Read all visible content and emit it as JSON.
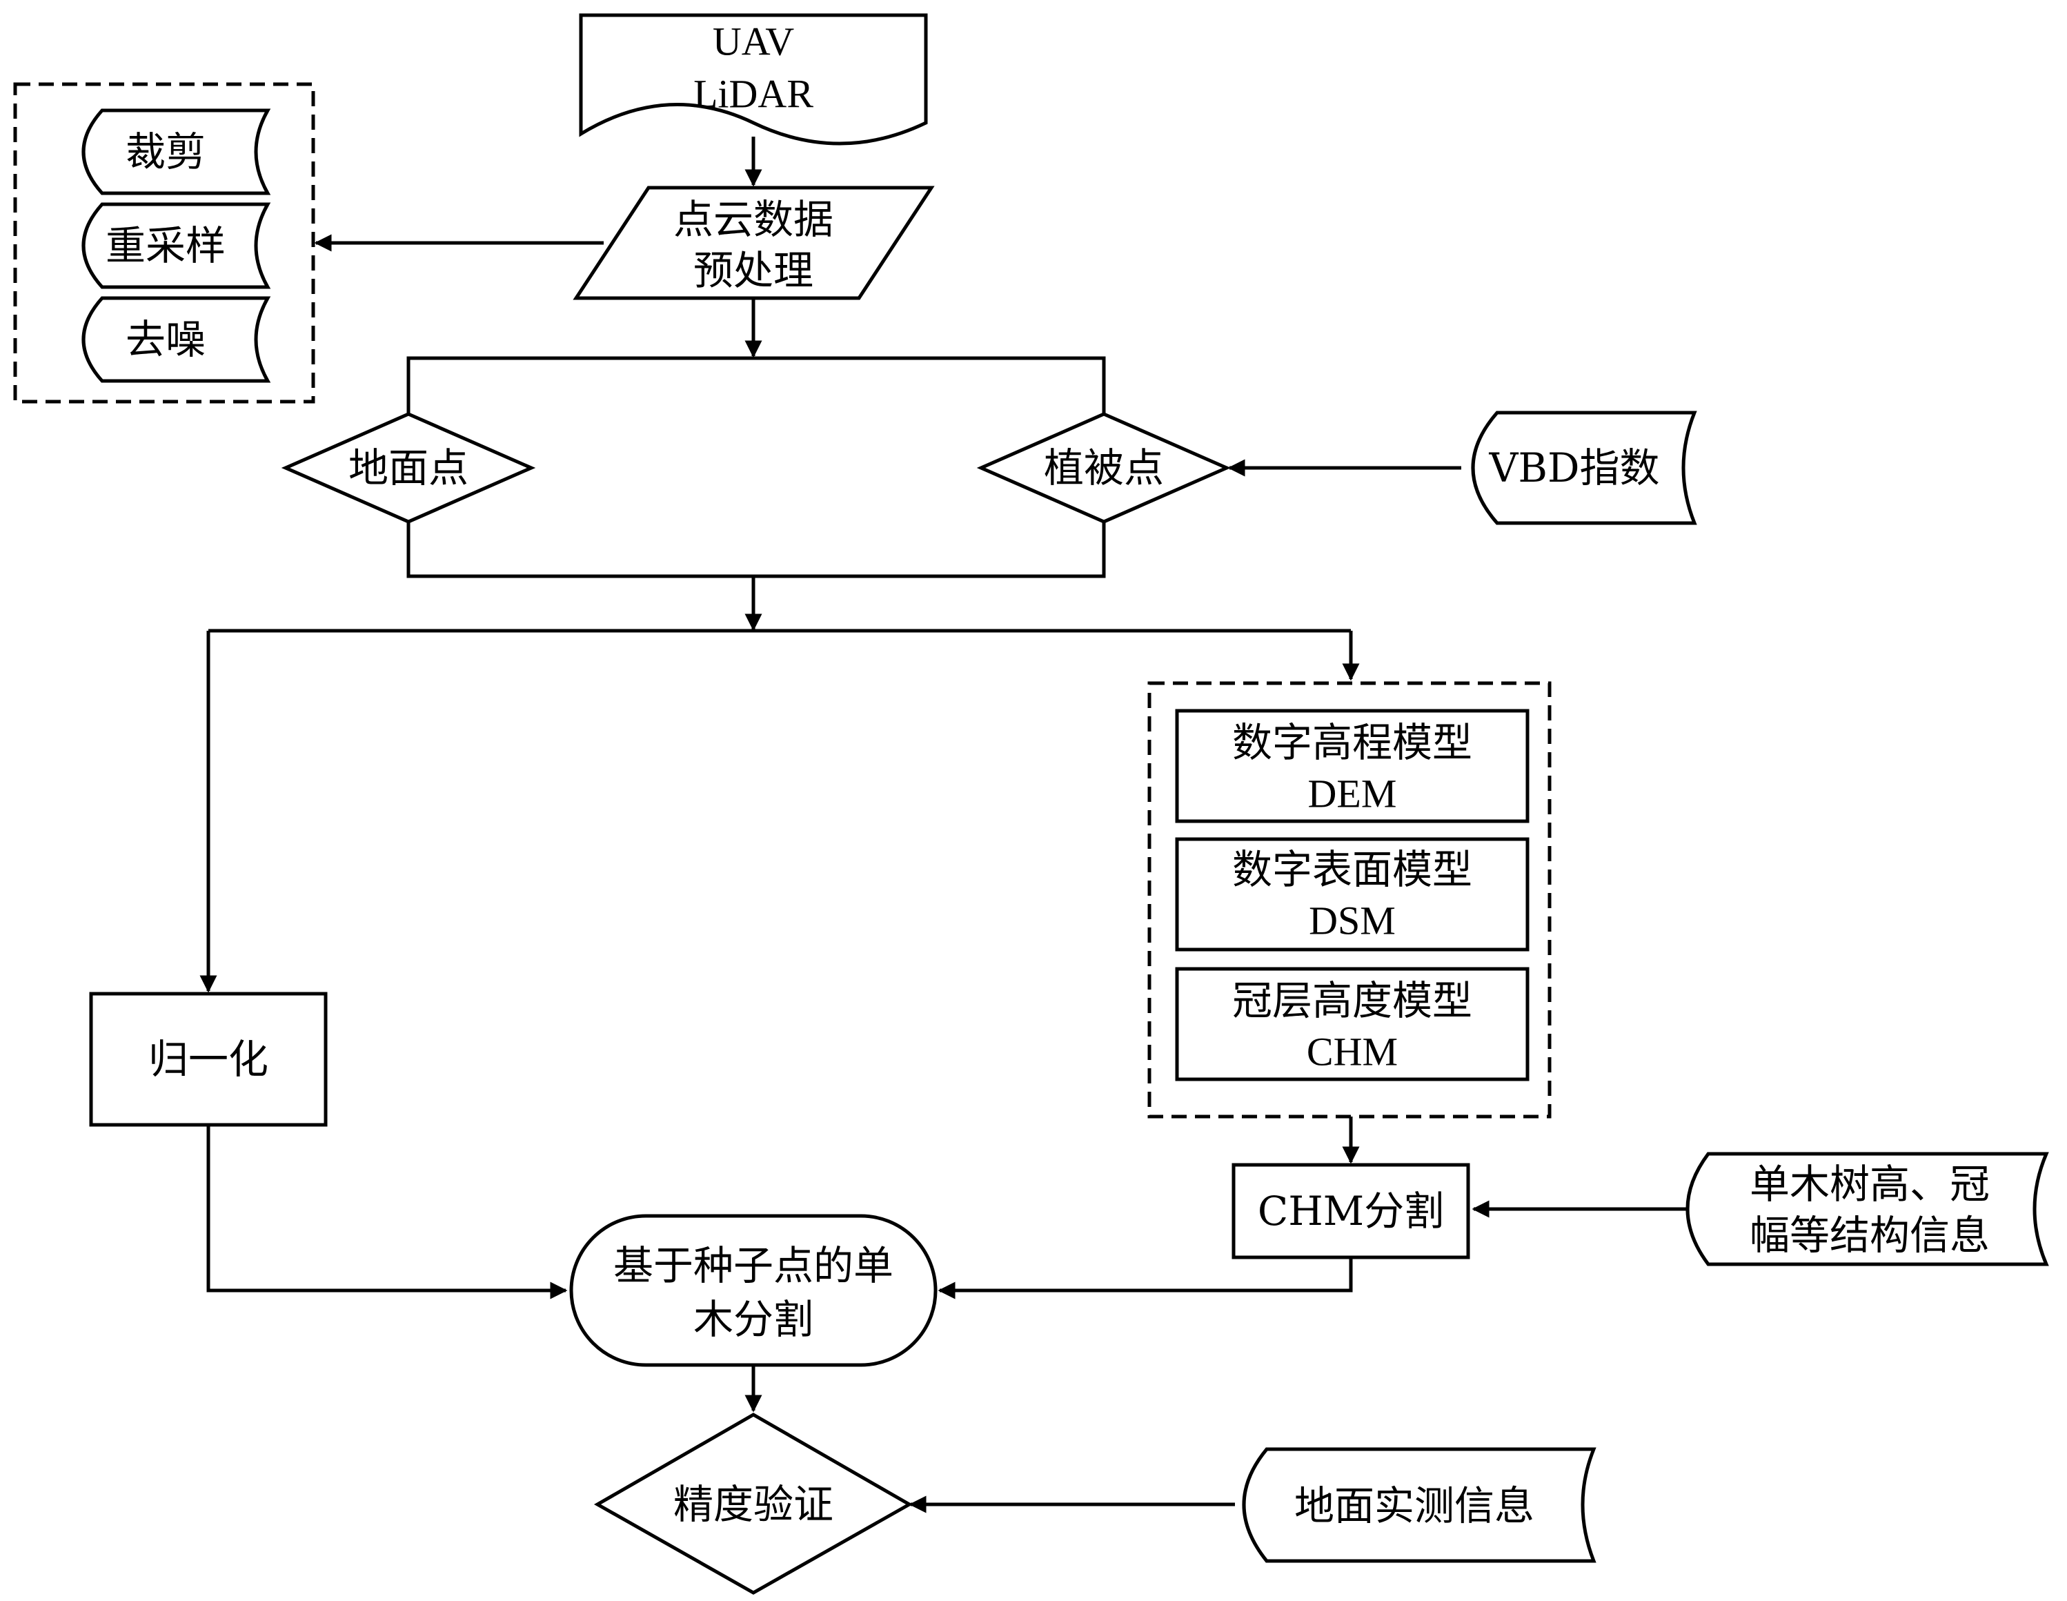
{
  "nodes": {
    "uav": {
      "line1": "UAV",
      "line2": "LiDAR"
    },
    "preprocess": {
      "line1": "点云数据",
      "line2": "预处理"
    },
    "clip": "裁剪",
    "resample": "重采样",
    "denoise": "去噪",
    "ground": "地面点",
    "vegetation": "植被点",
    "vbd": "VBD指数",
    "normalize": "归一化",
    "dem": {
      "line1": "数字高程模型",
      "line2": "DEM"
    },
    "dsm": {
      "line1": "数字表面模型",
      "line2": "DSM"
    },
    "chm": {
      "line1": "冠层高度模型",
      "line2": "CHM"
    },
    "chm_seg": "CHM分割",
    "structure": {
      "line1": "单木树高、冠",
      "line2": "幅等结构信息"
    },
    "seed_seg": {
      "line1": "基于种子点的单",
      "line2": "木分割"
    },
    "accuracy": "精度验证",
    "field": "地面实测信息"
  }
}
